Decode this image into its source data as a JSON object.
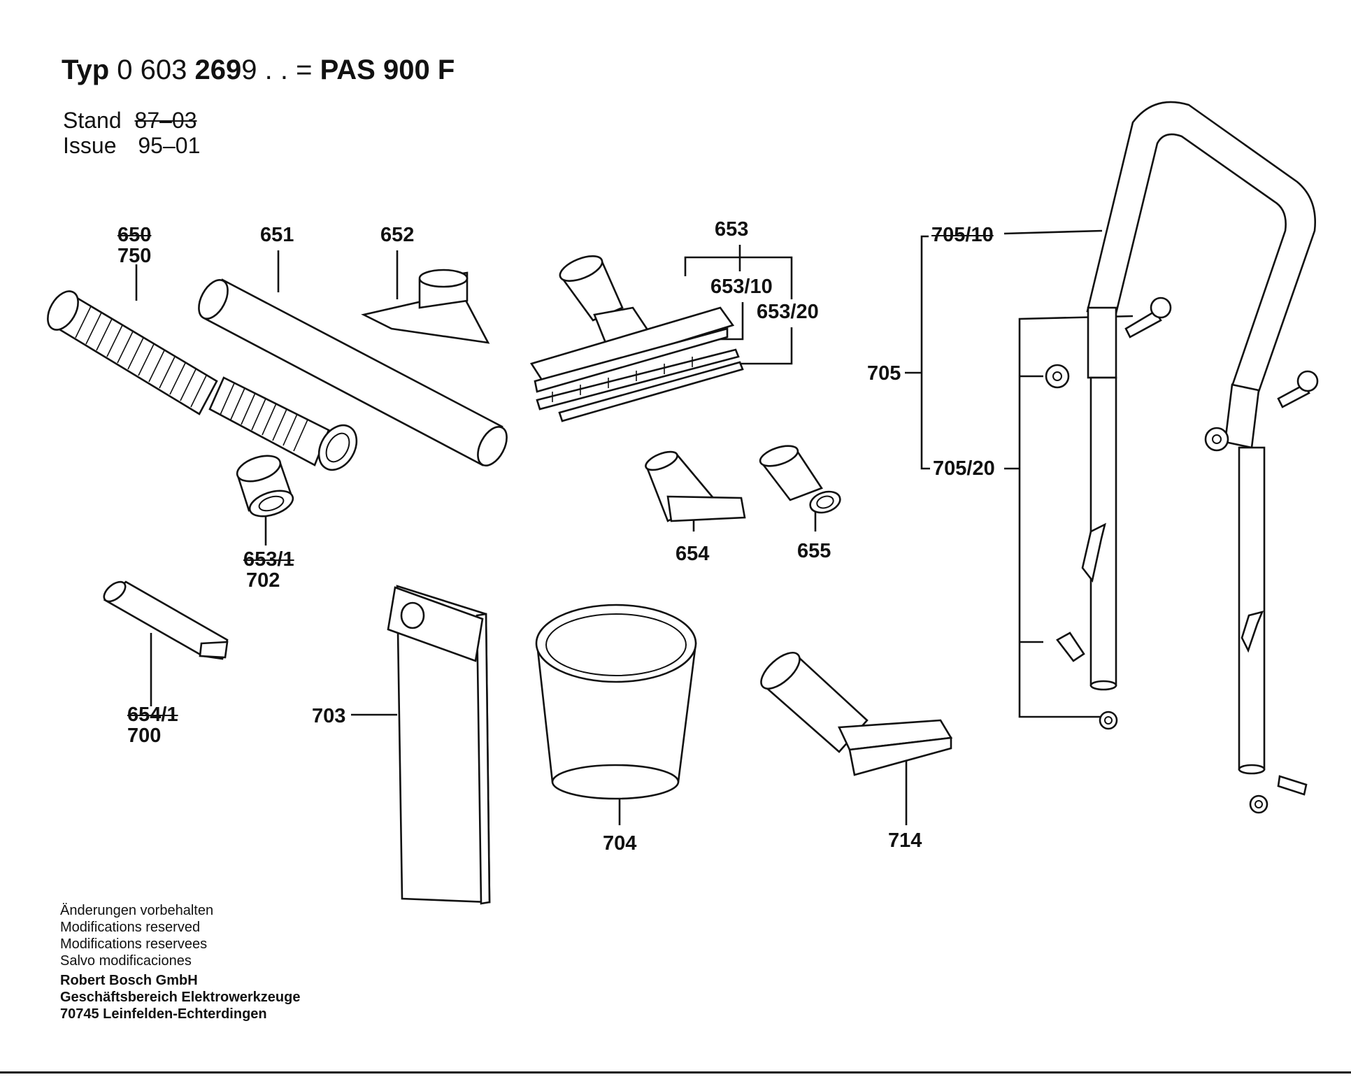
{
  "header": {
    "typ_word": "Typ",
    "part_prefix": "0 603",
    "part_bold": "269",
    "part_suffix": "9 . .",
    "equals": "=",
    "model": "PAS  900 F",
    "stand_label": "Stand",
    "stand_value": "87–03",
    "issue_label": "Issue",
    "issue_value": "95–01"
  },
  "labels": {
    "l650": "650",
    "l750": "750",
    "l651": "651",
    "l652": "652",
    "l653": "653",
    "l653_10": "653/10",
    "l653_20": "653/20",
    "l653_1": "653/1",
    "l702": "702",
    "l654": "654",
    "l655": "655",
    "l654_1": "654/1",
    "l700": "700",
    "l703": "703",
    "l704": "704",
    "l714": "714",
    "l705": "705",
    "l705_10": "705/10",
    "l705_20": "705/20"
  },
  "footer": {
    "line1": "Änderungen vorbehalten",
    "line2": "Modifications reserved",
    "line3": "Modifications reservees",
    "line4": "Salvo modificaciones",
    "company1": "Robert Bosch GmbH",
    "company2": "Geschäftsbereich Elektrowerkzeuge",
    "company3": "70745 Leinfelden-Echterdingen"
  }
}
